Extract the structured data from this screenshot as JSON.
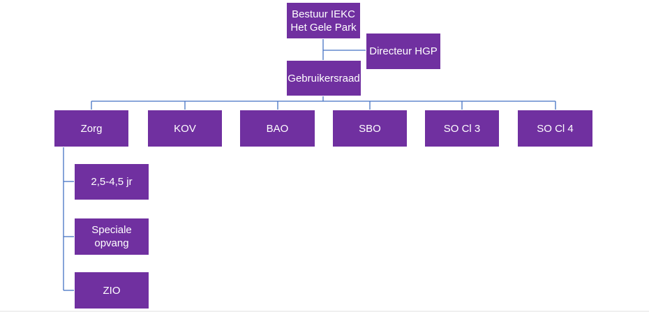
{
  "org_chart": {
    "box_color": "#7030a0",
    "line_color": "#4472c4",
    "bestuur": "Bestuur IEKC\nHet Gele Park",
    "directeur": "Directeur HGP",
    "gebruikersraad": "Gebruikersraad",
    "departments": [
      {
        "label": "Zorg"
      },
      {
        "label": "KOV"
      },
      {
        "label": "BAO"
      },
      {
        "label": "SBO"
      },
      {
        "label": "SO Cl 3"
      },
      {
        "label": "SO Cl 4"
      }
    ],
    "zorg_children": [
      {
        "label": "2,5-4,5 jr"
      },
      {
        "label": "Speciale\nopvang"
      },
      {
        "label": "ZIO"
      }
    ]
  }
}
